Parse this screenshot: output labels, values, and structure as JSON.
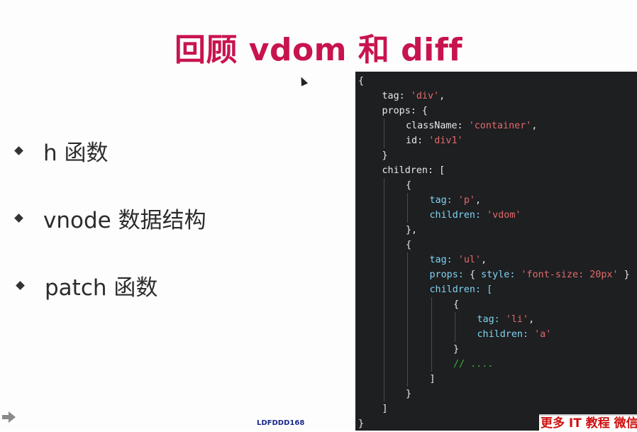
{
  "slide": {
    "title": "回顾 vdom 和 diff",
    "bullets": [
      {
        "label": "h 函数"
      },
      {
        "label": "vnode 数据结构"
      },
      {
        "label": "patch 函数"
      }
    ]
  },
  "code_lines": [
    {
      "indent": 0,
      "tokens": [
        {
          "t": "{",
          "c": "k"
        }
      ]
    },
    {
      "indent": 1,
      "tokens": [
        {
          "t": "tag: ",
          "c": "k"
        },
        {
          "t": "'div'",
          "c": "s"
        },
        {
          "t": ",",
          "c": "k"
        }
      ]
    },
    {
      "indent": 1,
      "tokens": [
        {
          "t": "props: {",
          "c": "k"
        }
      ]
    },
    {
      "indent": 2,
      "tokens": [
        {
          "t": "className: ",
          "c": "k"
        },
        {
          "t": "'container'",
          "c": "s"
        },
        {
          "t": ",",
          "c": "k"
        }
      ]
    },
    {
      "indent": 2,
      "tokens": [
        {
          "t": "id: ",
          "c": "k"
        },
        {
          "t": "'div1'",
          "c": "s"
        }
      ]
    },
    {
      "indent": 1,
      "tokens": [
        {
          "t": "}",
          "c": "k"
        }
      ]
    },
    {
      "indent": 1,
      "tokens": [
        {
          "t": "children: [",
          "c": "k"
        }
      ]
    },
    {
      "indent": 2,
      "tokens": [
        {
          "t": "{",
          "c": "k"
        }
      ]
    },
    {
      "indent": 3,
      "tokens": [
        {
          "t": "tag: ",
          "c": "b"
        },
        {
          "t": "'p'",
          "c": "s"
        },
        {
          "t": ",",
          "c": "k"
        }
      ]
    },
    {
      "indent": 3,
      "tokens": [
        {
          "t": "children: ",
          "c": "b"
        },
        {
          "t": "'vdom'",
          "c": "s"
        }
      ]
    },
    {
      "indent": 2,
      "tokens": [
        {
          "t": "},",
          "c": "k"
        }
      ]
    },
    {
      "indent": 2,
      "tokens": [
        {
          "t": "{",
          "c": "k"
        }
      ]
    },
    {
      "indent": 3,
      "tokens": [
        {
          "t": "tag: ",
          "c": "b"
        },
        {
          "t": "'ul'",
          "c": "s"
        },
        {
          "t": ",",
          "c": "k"
        }
      ]
    },
    {
      "indent": 3,
      "tokens": [
        {
          "t": "props: ",
          "c": "b"
        },
        {
          "t": "{ ",
          "c": "k"
        },
        {
          "t": "style: ",
          "c": "b"
        },
        {
          "t": "'font-size: 20px'",
          "c": "s"
        },
        {
          "t": " }",
          "c": "k"
        }
      ]
    },
    {
      "indent": 3,
      "tokens": [
        {
          "t": "children: [",
          "c": "b"
        }
      ]
    },
    {
      "indent": 4,
      "tokens": [
        {
          "t": "{",
          "c": "k"
        }
      ]
    },
    {
      "indent": 5,
      "tokens": [
        {
          "t": "tag: ",
          "c": "b"
        },
        {
          "t": "'li'",
          "c": "s"
        },
        {
          "t": ",",
          "c": "k"
        }
      ]
    },
    {
      "indent": 5,
      "tokens": [
        {
          "t": "children: ",
          "c": "b"
        },
        {
          "t": "'a'",
          "c": "s"
        }
      ]
    },
    {
      "indent": 4,
      "tokens": [
        {
          "t": "}",
          "c": "k"
        }
      ]
    },
    {
      "indent": 4,
      "tokens": [
        {
          "t": "// ....",
          "c": "c"
        }
      ]
    },
    {
      "indent": 3,
      "tokens": [
        {
          "t": "]",
          "c": "k"
        }
      ]
    },
    {
      "indent": 2,
      "tokens": [
        {
          "t": "}",
          "c": "k"
        }
      ]
    },
    {
      "indent": 1,
      "tokens": [
        {
          "t": "]",
          "c": "k"
        }
      ]
    },
    {
      "indent": 0,
      "tokens": [
        {
          "t": "}",
          "c": "k"
        }
      ]
    }
  ],
  "footer": {
    "watermark": "LDFDDD168",
    "promo": "更多 IT 教程 微信"
  },
  "colors": {
    "title": "#c8144e",
    "code_bg": "#1e1f21",
    "string": "#e36a6a",
    "key_blue": "#7fd4f2",
    "comment": "#38b23a"
  },
  "icons": {
    "nav": "arrow-right-icon",
    "cursor": "mouse-cursor-icon"
  }
}
